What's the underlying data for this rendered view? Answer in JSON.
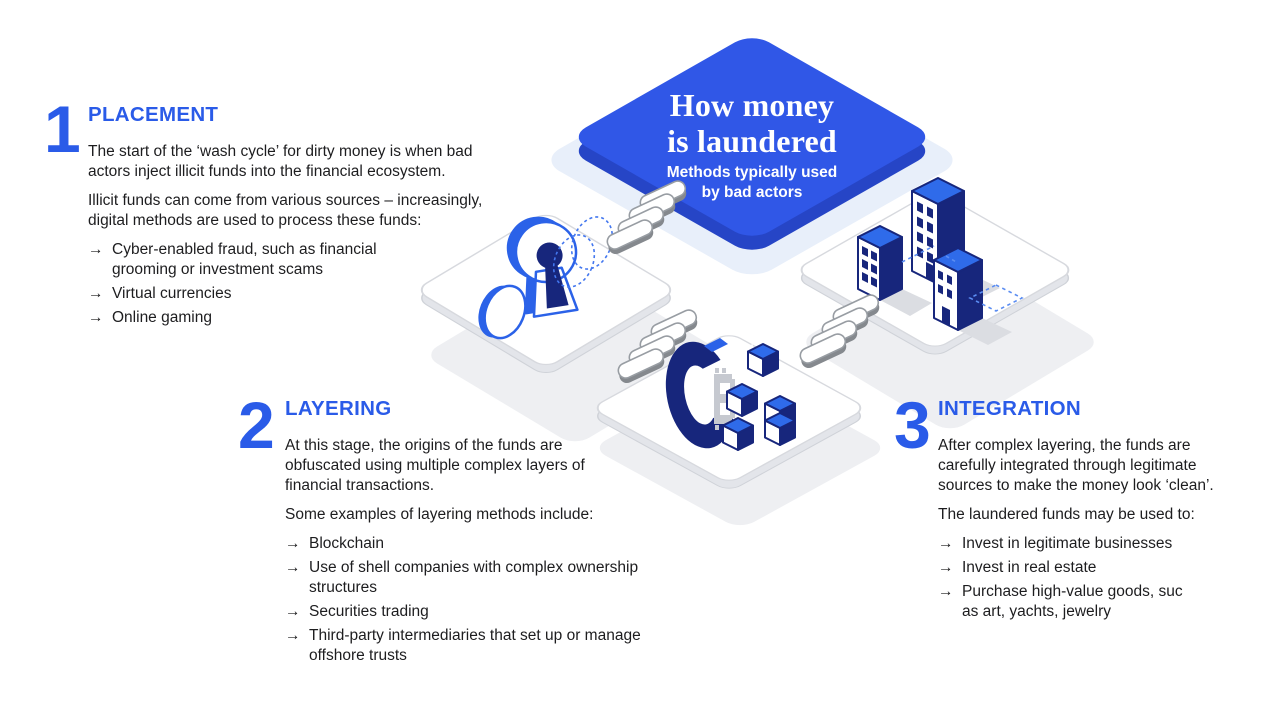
{
  "page": {
    "background": "#ffffff"
  },
  "colors": {
    "accent_blue": "#2A5BE8",
    "card_blue": "#3057E7",
    "card_edge_blue": "#2645C6",
    "navy": "#17267C",
    "bright_blue": "#2F6BEA",
    "body_text": "#1D1D1F",
    "backdrop_blue": "#E8EFFA",
    "tile_white": "#FFFFFF",
    "shadow_gray": "#EEEFF2"
  },
  "bullet_marker": "→",
  "center_card": {
    "title_line1": "How money",
    "title_line2": "is laundered",
    "subtitle_line1": "Methods typically used",
    "subtitle_line2": "by bad actors"
  },
  "sections": [
    {
      "number": "1",
      "title": "PLACEMENT",
      "paragraphs": [
        "The start of the ‘wash cycle’ for dirty money is when bad\nactors inject illicit funds into the financial ecosystem.",
        "Illicit funds can come from various sources – increasingly,\ndigital methods are used to process these funds:"
      ],
      "bullets": [
        "Cyber-enabled fraud, such as financial\ngrooming or investment scams",
        "Virtual currencies",
        "Online gaming"
      ]
    },
    {
      "number": "2",
      "title": "LAYERING",
      "paragraphs": [
        "At this stage, the origins of the funds are\nobfuscated using multiple complex layers of\nfinancial transactions.",
        "Some examples of layering methods include:"
      ],
      "bullets": [
        "Blockchain",
        "Use of shell companies with complex ownership\nstructures",
        "Securities trading",
        "Third-party intermediaries that set up or manage\noffshore trusts"
      ]
    },
    {
      "number": "3",
      "title": "INTEGRATION",
      "paragraphs": [
        "After complex layering, the funds are\ncarefully integrated through legitimate\nsources to make the money look ‘clean’.",
        "The laundered funds may be used to:"
      ],
      "bullets": [
        "Invest in legitimate businesses",
        "Invest in real estate",
        "Purchase high-value goods, suc\nas art, yachts, jewelry"
      ]
    }
  ],
  "illustration": {
    "icons": [
      "keyhole-icon",
      "coin-icon",
      "dashed-coins-icon",
      "stairs-icon",
      "buildings-icon",
      "bitcoin-coin-icon",
      "blockchain-cubes-icon"
    ]
  }
}
